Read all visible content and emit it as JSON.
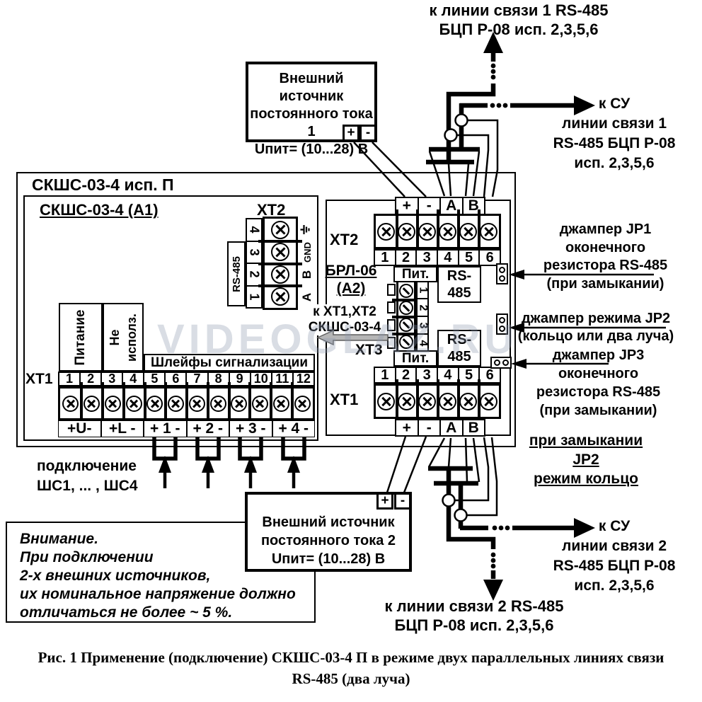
{
  "watermark": "VIDEOGLAZ.RU",
  "labels": {
    "top_line": [
      "к линии связи 1 RS-485",
      "БЦП Р-08 исп. 2,3,5,6"
    ],
    "su1": [
      "к СУ",
      "линии связи 1",
      "RS-485 БЦП Р-08",
      "исп. 2,3,5,6"
    ],
    "su2": [
      "к СУ",
      "линии связи 2",
      "RS-485 БЦП Р-08",
      "исп. 2,3,5,6"
    ],
    "bottom_line": [
      "к линии связи 2 RS-485",
      "БЦП Р-08 исп. 2,3,5,6"
    ],
    "shs": [
      "подключение",
      "ШС1, ... , ШС4"
    ],
    "jp2_mode": [
      "при замыкании JP2",
      "режим кольцо"
    ]
  },
  "source1": {
    "l1": "Внешний источник",
    "l2": "постоянного тока 1",
    "l3": "Uпит= (10...28) В",
    "plus": "+",
    "minus": "-"
  },
  "source2": {
    "l1": "Внешний источник",
    "l2": "постоянного тока 2",
    "l3": "Uпит= (10...28) В",
    "plus": "+",
    "minus": "-"
  },
  "device": {
    "title": "СКШС-03-4 исп. П",
    "a1_title": "СКШС-03-4  (А1)"
  },
  "xt2_left": {
    "label": "ХТ2",
    "rs485": "RS-485",
    "numbers": [
      "4",
      "3",
      "2",
      "1"
    ],
    "pins": [
      "GND",
      "B",
      "A"
    ]
  },
  "xt1_left": {
    "label": "ХТ1",
    "power": "Питание",
    "not_used": [
      "Не",
      "исполз."
    ],
    "loops_title": "Шлейфы сигнализации",
    "numbers": [
      "1",
      "2",
      "3",
      "4",
      "5",
      "6",
      "7",
      "8",
      "9",
      "10",
      "11",
      "12"
    ],
    "groups": [
      "+U-",
      "+L -",
      "+ 1 -",
      "+ 2 -",
      "+ 3 -",
      "+ 4 -"
    ]
  },
  "brl": {
    "title": [
      "БРЛ-06",
      "(А2)"
    ],
    "to_xt": [
      "к ХТ1,ХТ2",
      "СКШС-03-4"
    ],
    "xt3": {
      "label": "ХТ3",
      "numbers": [
        "1",
        "2",
        "3",
        "4"
      ]
    },
    "xt2": {
      "label": "ХТ2",
      "numbers": [
        "1",
        "2",
        "3",
        "4",
        "5",
        "6"
      ],
      "pins": [
        "+",
        "-",
        "A",
        "B"
      ],
      "pit": "Пит.",
      "rs485": [
        "RS-",
        "485"
      ]
    },
    "xt1": {
      "label": "ХТ1",
      "numbers": [
        "1",
        "2",
        "3",
        "4",
        "5",
        "6"
      ],
      "pins": [
        "+",
        "-",
        "A",
        "B"
      ],
      "pit": "Пит.",
      "rs485": [
        "RS-",
        "485"
      ]
    }
  },
  "jumper_labels": {
    "jp1": [
      "джампер JP1",
      "оконечного",
      "резистора RS-485",
      "(при замыкании)"
    ],
    "jp2": [
      "джампер режима JP2",
      "(кольцо или два луча)"
    ],
    "jp3": [
      "джампер JP3",
      "оконечного",
      "резистора RS-485",
      "(при замыкании)"
    ]
  },
  "warning": {
    "l1": "Внимание.",
    "l2": "При подключении",
    "l3": "2-х внешних источников,",
    "l4": "их номинальное напряжение должно",
    "l5": "отличаться не более ~ 5 %."
  },
  "caption": [
    "Рис. 1 Применение (подключение) СКШС-03-4 П в режиме двух параллельных линиях связи",
    "RS-485 (два луча)"
  ]
}
